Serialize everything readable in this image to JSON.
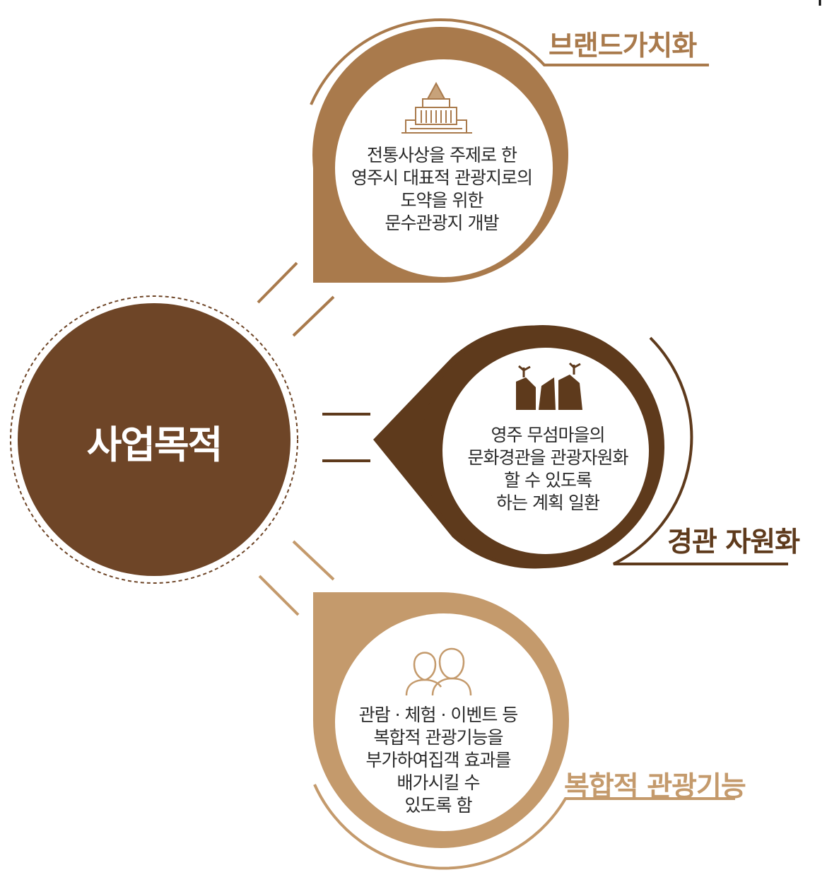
{
  "center": {
    "title": "사업목적"
  },
  "colors": {
    "center": "#6e4527",
    "brand": "#a97a4c",
    "landscape": "#5e3a1c",
    "tourism": "#c49a6c"
  },
  "items": [
    {
      "label": "브랜드가치화",
      "icon": "building-icon",
      "lines": [
        "전통사상을 주제로 한",
        "영주시 대표적 관광지로의",
        "도약을 위한",
        "문수관광지 개발"
      ]
    },
    {
      "label": "경관 자원화",
      "icon": "cliff-icon",
      "lines": [
        "영주 무섬마을의",
        "문화경관을 관광자원화",
        "할 수 있도록",
        "하는 계획 일환"
      ]
    },
    {
      "label": "복합적 관광기능",
      "icon": "people-icon",
      "lines": [
        "관람 · 체험 · 이벤트 등",
        "복합적 관광기능을",
        "부가하여집객 효과를",
        "배가시킬 수",
        "있도록 함"
      ]
    }
  ]
}
